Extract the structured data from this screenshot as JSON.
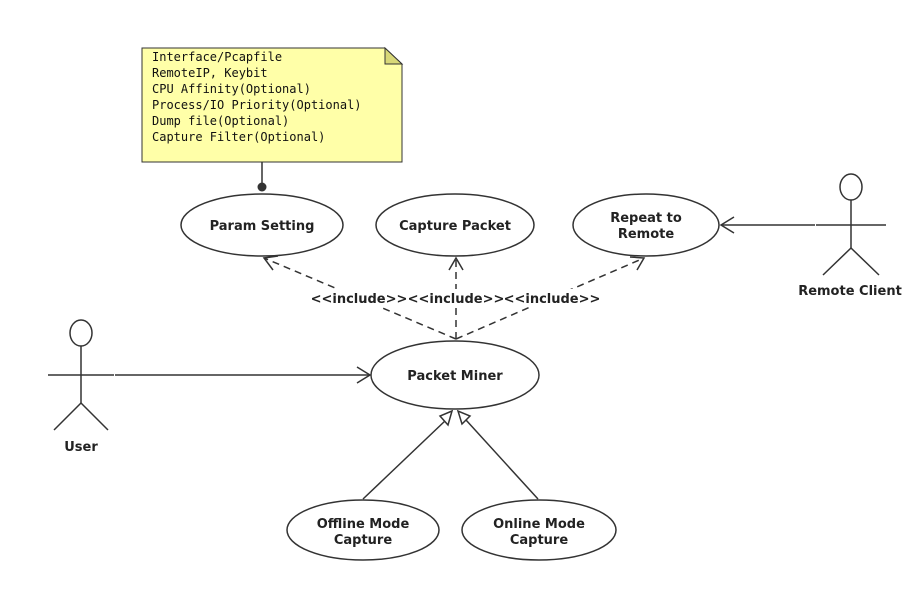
{
  "note": {
    "lines": [
      "Interface/Pcapfile",
      "RemoteIP, Keybit",
      "CPU Affinity(Optional)",
      "Process/IO Priority(Optional)",
      "Dump file(Optional)",
      "Capture Filter(Optional)"
    ]
  },
  "use_cases": {
    "param_setting": "Param Setting",
    "capture_packet": "Capture Packet",
    "repeat_line1": "Repeat to",
    "repeat_line2": "Remote",
    "packet_miner": "Packet Miner",
    "offline_line1": "Offline Mode",
    "offline_line2": "Capture",
    "online_line1": "Online Mode",
    "online_line2": "Capture"
  },
  "actors": {
    "user": "User",
    "remote_client": "Remote Client"
  },
  "relations": {
    "include_1": "<<include>>",
    "include_2": "<<include>>",
    "include_3": "<<include>>"
  },
  "colors": {
    "note_fill": "#ffffa8",
    "note_fold": "#d8d878",
    "stroke": "#333333"
  }
}
